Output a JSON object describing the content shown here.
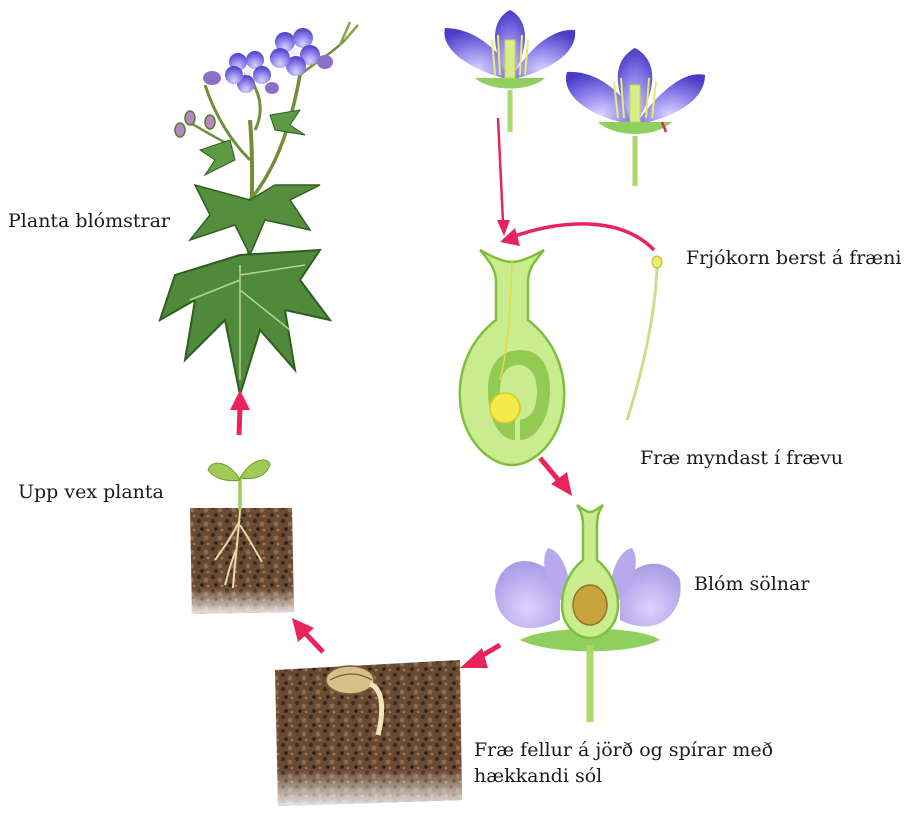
{
  "stages": {
    "flowering": {
      "label": "Planta blómstrar",
      "icon": "flowering-geranium-plant-icon"
    },
    "pollination": {
      "label": "Frjókorn berst á fræni",
      "icon": "pollen-tube-icon"
    },
    "seed_forming": {
      "label": "Fræ myndast í frævu",
      "icon": "pistil-ovary-icon"
    },
    "wilting": {
      "label": "Blóm sölnar",
      "icon": "wilted-flower-icon"
    },
    "germination": {
      "label_line1": "Fræ fellur á jörð og spírar með",
      "label_line2": "hækkandi sól",
      "icon": "sprouting-seed-icon"
    },
    "growth": {
      "label": "Upp vex planta",
      "icon": "seedling-icon"
    }
  },
  "colors": {
    "arrow": "#e8245a",
    "petal": "#7b6fe0",
    "petal_dark": "#4d3fc4",
    "stem": "#a9d96a",
    "pistil_fill": "#c9ec8f",
    "pistil_stroke": "#7fbf3f",
    "ovule": "#f6e94a",
    "seed": "#c9a43c",
    "leaf": "#4f8a3a",
    "soil": "#6b4a33"
  }
}
